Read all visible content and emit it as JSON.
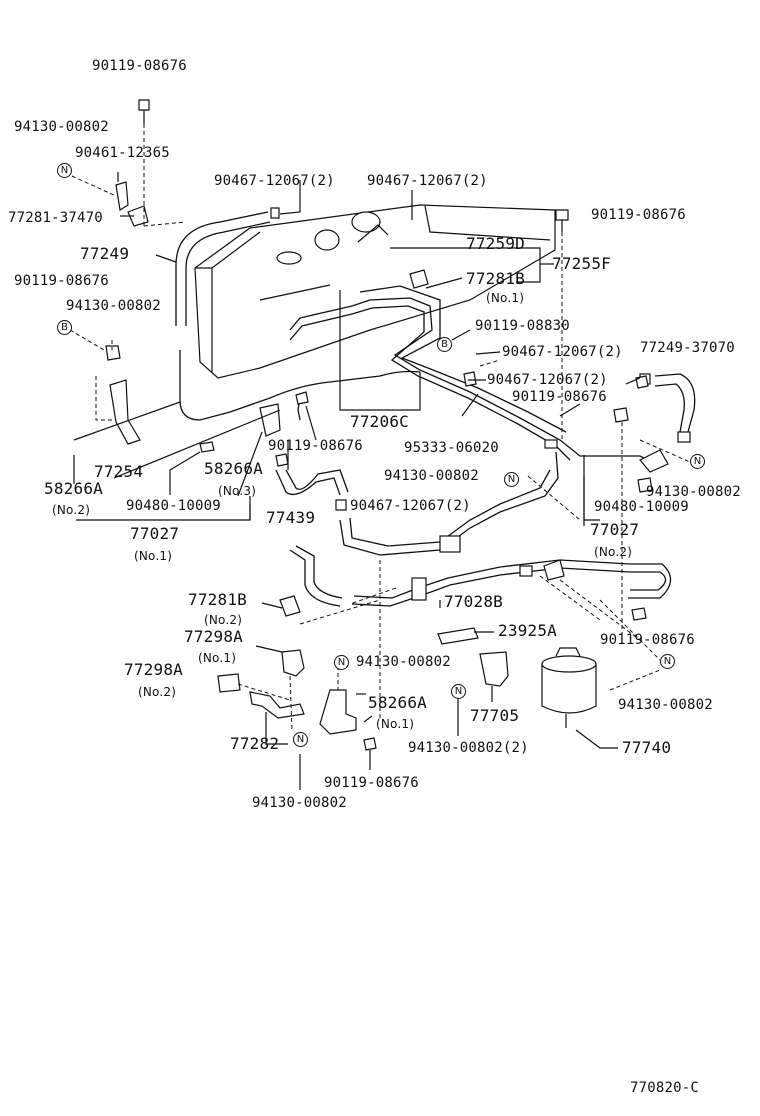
{
  "diagram_code": "770820-C",
  "badges": {
    "n": "N",
    "b": "B"
  },
  "labels": {
    "l_90119_08676_top": "90119-08676",
    "l_94130_00802_a": "94130-00802",
    "l_90461_12365": "90461-12365",
    "l_77281_37470": "77281-37470",
    "l_90467_12067_a": "90467-12067(2)",
    "l_90467_12067_b": "90467-12067(2)",
    "l_90119_08676_right": "90119-08676",
    "l_77249": "77249",
    "l_77259D": "77259D",
    "l_77255F": "77255F",
    "l_77281B_1": "77281B",
    "l_no1_a": "(No.1)",
    "l_90119_08676_left": "90119-08676",
    "l_94130_00802_b": "94130-00802",
    "l_90119_08830": "90119-08830",
    "l_90467_12067_c": "90467-12067(2)",
    "l_77249_37070": "77249-37070",
    "l_90467_12067_d": "90467-12067(2)",
    "l_90119_08676_mid": "90119-08676",
    "l_77206C": "77206C",
    "l_95333_06020": "95333-06020",
    "l_90119_08676_c": "90119-08676",
    "l_77254": "77254",
    "l_58266A_3": "58266A",
    "l_no3": "(No.3)",
    "l_58266A_2": "58266A",
    "l_no2_a": "(No.2)",
    "l_94130_00802_c": "94130-00802",
    "l_94130_00802_d": "94130-00802",
    "l_90480_10009_a": "90480-10009",
    "l_90480_10009_b": "90480-10009",
    "l_77439": "77439",
    "l_90467_12067_e": "90467-12067(2)",
    "l_77027_1": "77027",
    "l_no1_b": "(No.1)",
    "l_77027_2": "77027",
    "l_no2_b": "(No.2)",
    "l_77281B_2": "77281B",
    "l_no2_c": "(No.2)",
    "l_77028B": "77028B",
    "l_77298A_1": "77298A",
    "l_no1_c": "(No.1)",
    "l_23925A": "23925A",
    "l_90119_08676_d": "90119-08676",
    "l_77298A_2": "77298A",
    "l_no2_d": "(No.2)",
    "l_94130_00802_e": "94130-00802",
    "l_58266A_1": "58266A",
    "l_no1_d": "(No.1)",
    "l_94130_00802_f": "94130-00802",
    "l_77282": "77282",
    "l_77705": "77705",
    "l_94130_00802_2": "94130-00802(2)",
    "l_77740": "77740",
    "l_90119_08676_e": "90119-08676",
    "l_94130_00802_g": "94130-00802"
  }
}
